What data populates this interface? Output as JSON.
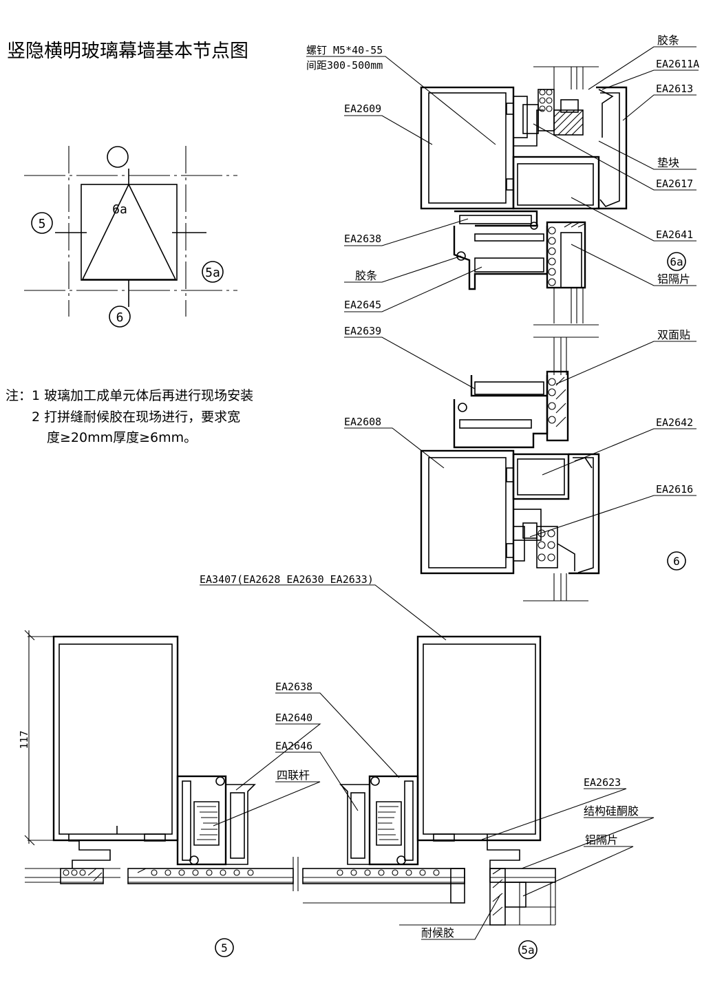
{
  "title": "竖隐横明玻璃幕墙基本节点图",
  "notes": {
    "line1": "注：1  玻璃加工成单元体后再进行现场安装",
    "line2": "2  打拼缝耐候胶在现场进行，要求宽",
    "line3": "度≥20mm厚度≥6mm。"
  },
  "index_diagram": {
    "labels": {
      "top": "6a",
      "left": "5",
      "right": "5a",
      "bottom": "6"
    }
  },
  "section_6": {
    "screw_line1": "螺钉 M5*40-55",
    "screw_line2": "间距300-500mm",
    "labels_left": [
      "EA2609",
      "EA2638",
      "胶条",
      "EA2645",
      "EA2639",
      "EA2608"
    ],
    "labels_right": [
      "胶条",
      "EA2611A",
      "EA2613",
      "垫块",
      "EA2617",
      "EA2641",
      "铝隔片",
      "双面贴",
      "EA2642",
      "EA2616"
    ],
    "mark_6a": "6a",
    "mark_6": "6"
  },
  "section_5": {
    "top_label": "EA3407(EA2628 EA2630 EA2633)",
    "dim_117": "117",
    "labels": [
      "EA2638",
      "EA2640",
      "EA2646",
      "四联杆",
      "EA2623",
      "结构硅酮胶",
      "铝隔片",
      "耐候胶"
    ],
    "mark_5": "5",
    "mark_5a": "5a"
  }
}
